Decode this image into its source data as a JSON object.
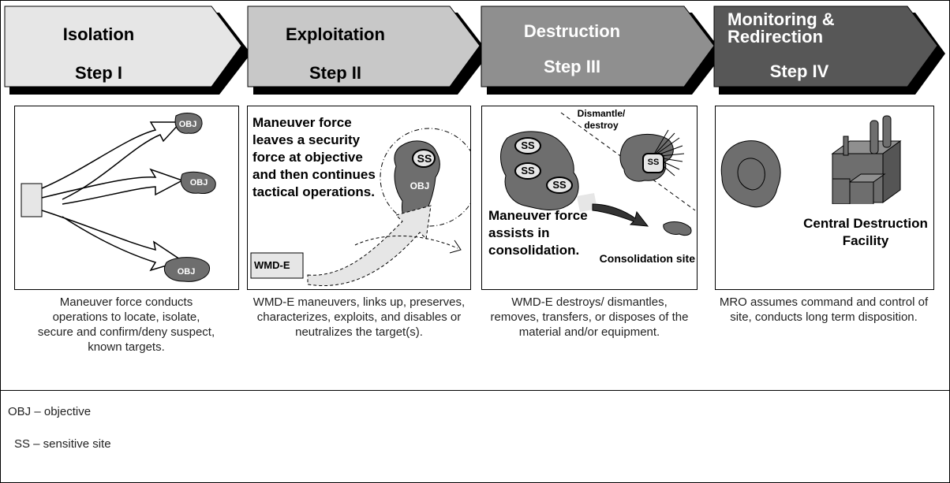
{
  "steps": [
    {
      "title": "Isolation",
      "step": "Step I",
      "fill": "#e6e6e6"
    },
    {
      "title": "Exploitation",
      "step": "Step II",
      "fill": "#c8c8c8"
    },
    {
      "title": "Destruction",
      "step": "Step III",
      "fill": "#8f8f8f"
    },
    {
      "title": "Monitoring &\nRedirection",
      "step": "Step IV",
      "fill": "#575757"
    }
  ],
  "panel1": {
    "obj1": "OBJ",
    "obj2": "OBJ",
    "obj3": "OBJ"
  },
  "panel2": {
    "text": "Maneuver force leaves a security force at objective and then continues tactical operations.",
    "ss": "SS",
    "obj": "OBJ",
    "wmd": "WMD-E"
  },
  "panel3": {
    "dismantle": "Dismantle/ destroy",
    "ss1": "SS",
    "ss2": "SS",
    "ss3": "SS",
    "ss4": "SS",
    "maneuver": "Maneuver force assists in consolidation.",
    "consolidation": "Consolidation site"
  },
  "panel4": {
    "facility": "Central Destruction Facility"
  },
  "descriptions": [
    "Maneuver force conducts operations to locate, isolate, secure and confirm/deny suspect, known targets.",
    "WMD-E maneuvers, links up, preserves, characterizes, exploits, and disables or neutralizes the target(s).",
    "WMD-E destroys/ dismantles, removes, transfers, or disposes of the material and/or equipment.",
    "MRO assumes command and control of site, conducts long term disposition."
  ],
  "legend": [
    "OBJ – objective",
    "SS – sensitive site"
  ],
  "colors": {
    "outline": "#000000",
    "target": "#6e6e6e",
    "ss_fill": "#e6e6e6"
  }
}
